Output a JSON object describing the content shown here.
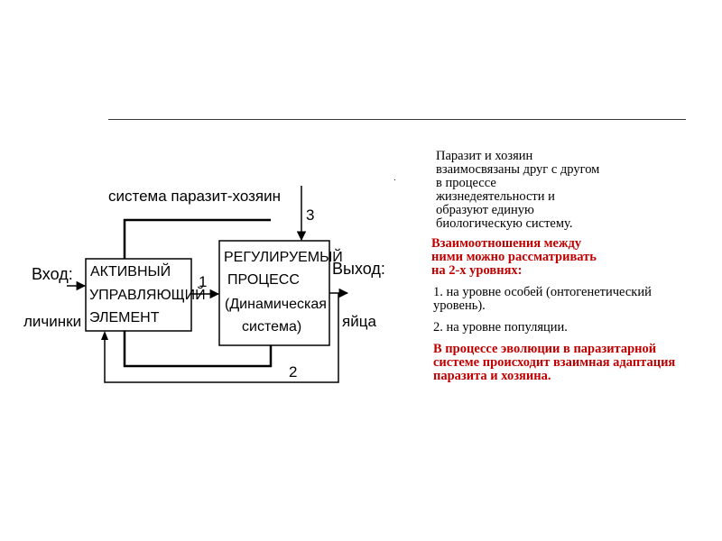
{
  "diagram": {
    "system_label": "система паразит-хозяин",
    "feedback_top_number": "3",
    "forward_number": "1",
    "feedback_bottom_number": "2",
    "input_label": "Вход:",
    "input_value": "личинки",
    "output_label": "Выход:",
    "output_value": "яйца",
    "active_block": {
      "lines": [
        "АКТИВНЫЙ",
        "УПРАВЛЯЮЩИЙ",
        "ЭЛЕМЕНТ"
      ]
    },
    "regulated_block": {
      "lines": [
        "РЕГУЛИРУЕМЫЙ",
        "ПРОЦЕСС",
        "(Динамическая",
        "система)"
      ]
    }
  },
  "text": {
    "p1_lines": [
      "Паразит и хозяин",
      "взаимосвязаны друг с другом",
      "в процессе",
      "жизнедеятельности и",
      "образуют единую",
      "биологическую систему."
    ],
    "p2_lines": [
      "Взаимоотношения между",
      "ними можно рассматривать",
      "на 2-х уровнях:"
    ],
    "p3": "1. на уровне особей (онтогенетический уровень).",
    "p4": "2. на уровне популяции.",
    "p5": "В процессе эволюции в паразитарной системе происходит взаимная адаптация паразита и хозяина.",
    "bullet": "."
  },
  "colors": {
    "accent_red": "#c00000",
    "line": "#000000"
  }
}
